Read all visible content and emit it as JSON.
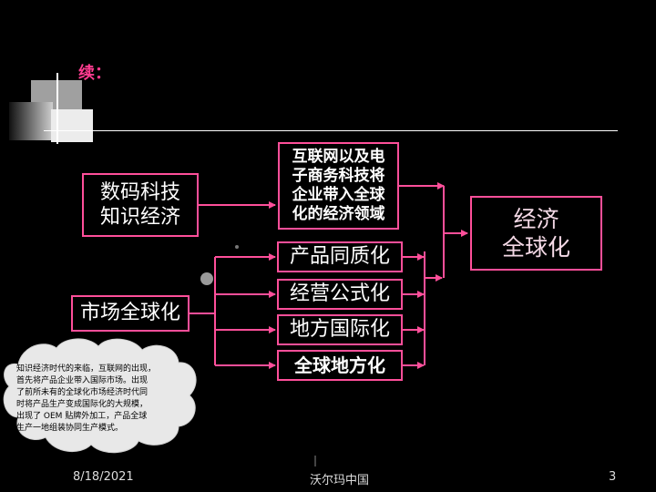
{
  "colors": {
    "accent": "#ff4f9a",
    "box_text": "#ffffff",
    "global_text": "#f4d9e6",
    "title": "#ff3c90"
  },
  "slide": {
    "title": "续：",
    "boxes": {
      "tech": "数码科技\n知识经济",
      "internet": "互联网以及电\n子商务科技将\n企业带入全球\n化的经济领域",
      "globalization": "经济\n全球化",
      "market": "市场全球化",
      "product": "产品同质化",
      "business": "经营公式化",
      "local": "地方国际化",
      "global_local": "全球地方化"
    },
    "note": "知识经济时代的来临，互联网的出现，\n首先将产品企业带入国际市场。出现\n了前所未有的全球化市场经济时代同\n时将产品生产变成国际化的大规模，\n出现了 OEM 贴牌外加工，产品全球\n生产一地组装协同生产模式。"
  },
  "footer": {
    "date": "8/18/2021",
    "center": "沃尔玛中国",
    "page": "3"
  }
}
